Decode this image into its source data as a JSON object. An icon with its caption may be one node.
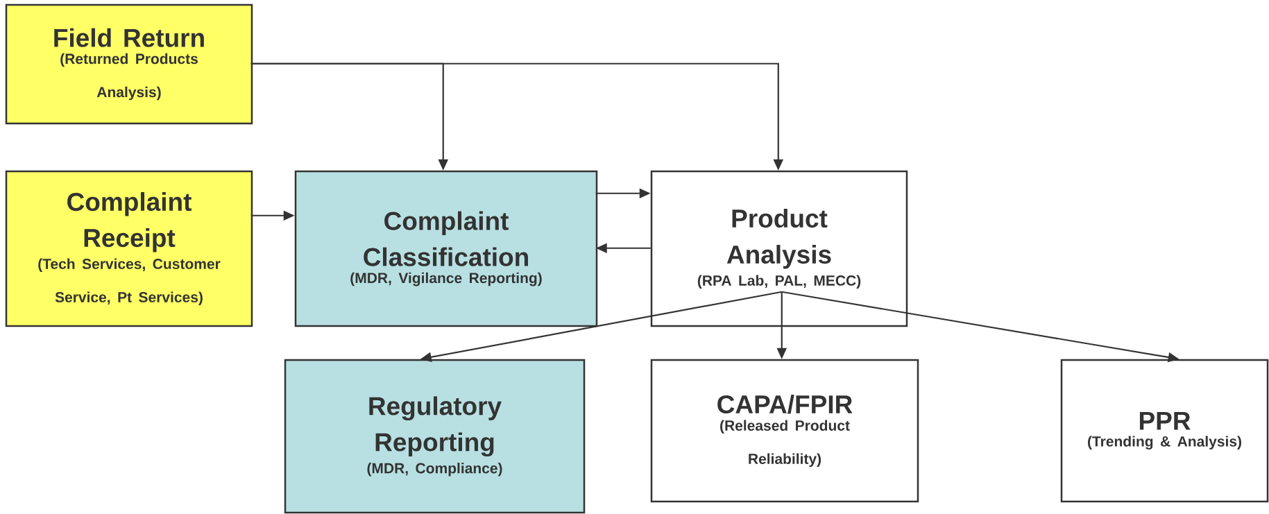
{
  "diagram": {
    "nodes": [
      {
        "text": [
          "Field Return",
          "(Returned Products Analysis)"
        ]
      },
      {
        "text": [
          "Complaint Receipt",
          "(Tech Services, Customer Service, Pt Services)"
        ]
      },
      {
        "text": [
          "Complaint Classification",
          "(MDR, Vigilance Reporting)"
        ]
      },
      {
        "text": [
          "Product Analysis",
          "(RPA Lab, PAL, MECC)"
        ]
      },
      {
        "text": [
          "Regulatory Reporting",
          "(MDR, Compliance)"
        ]
      },
      {
        "text": [
          "CAPA/FPIR",
          "(Released Product Reliability)"
        ]
      },
      {
        "text": [
          "PPR",
          "(Trending & Analysis)"
        ]
      }
    ],
    "edges": [
      {
        "from": 0,
        "to": 2,
        "arrow": "to"
      },
      {
        "from": 0,
        "to": 3,
        "arrow": "to"
      },
      {
        "from": 1,
        "to": 2,
        "arrow": "to"
      },
      {
        "from": 2,
        "to": 3,
        "arrow": "to"
      },
      {
        "from": 3,
        "to": 2,
        "arrow": "to"
      },
      {
        "from": 3,
        "to": 4,
        "arrow": "to"
      },
      {
        "from": 3,
        "to": 5,
        "arrow": "to"
      },
      {
        "from": 3,
        "to": 6,
        "arrow": "to"
      }
    ]
  }
}
